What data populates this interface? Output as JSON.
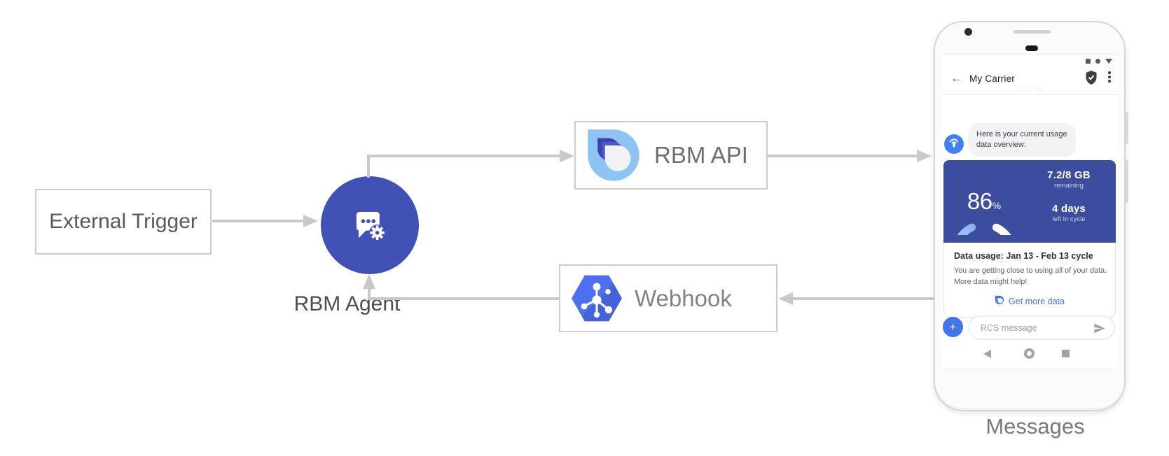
{
  "diagram": {
    "external_trigger_label": "External Trigger",
    "rbm_agent_label": "RBM Agent",
    "rbm_api_label": "RBM API",
    "webhook_label": "Webhook",
    "phone_caption": "Messages"
  },
  "phone": {
    "header": {
      "back_icon": "←",
      "title": "My Carrier",
      "timestamp": "12:30 PM"
    },
    "chat": {
      "agent_message_line1": "Here is your current usage",
      "agent_message_line2": "data overview:"
    },
    "usage_card": {
      "gauge_percent": 86,
      "percent_value": "86",
      "percent_sign": "%",
      "remaining_value": "7.2/8 GB",
      "remaining_label": "remaining",
      "days_value": "4 days",
      "days_label": "left in cycle",
      "title": "Data usage: Jan 13 - Feb 13 cycle",
      "body_line1": "You are getting close to using all of your data.",
      "body_line2": "More data might help!",
      "action_label": "Get more data"
    },
    "composer": {
      "plus_label": "+",
      "placeholder": "RCS message"
    }
  },
  "colors": {
    "agent_circle": "#4251b5",
    "card_indigo": "#3c4c9f",
    "accent_blue": "#4274ea",
    "arrow_gray": "#c9c9c9",
    "gauge_gradient": [
      "#96bef8",
      "#8a86e0",
      "#a95ec6",
      "#e8399a"
    ]
  }
}
